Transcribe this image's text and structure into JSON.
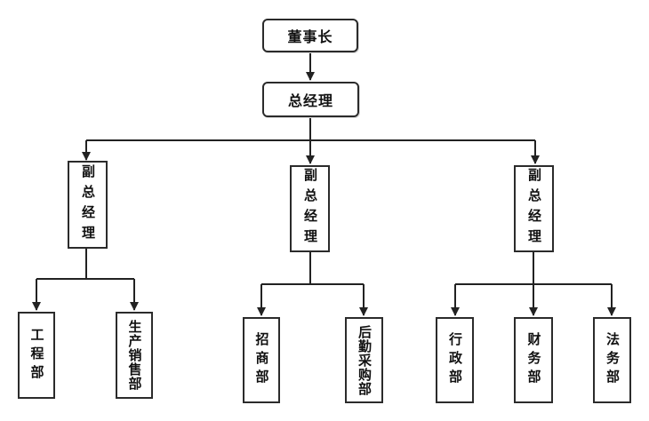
{
  "org_chart": {
    "chairman": "董事长",
    "general_manager": "总经理",
    "deputy_gm_left": "副总经理",
    "deputy_gm_center": "副总经理",
    "deputy_gm_right": "副总经理",
    "dept_engineering": "工程部",
    "dept_production_sales": "生产销售部",
    "dept_investment": "招商部",
    "dept_logistics_purchasing": "后勤采购部",
    "dept_administration": "行政部",
    "dept_finance": "财务部",
    "dept_legal": "法务部"
  }
}
